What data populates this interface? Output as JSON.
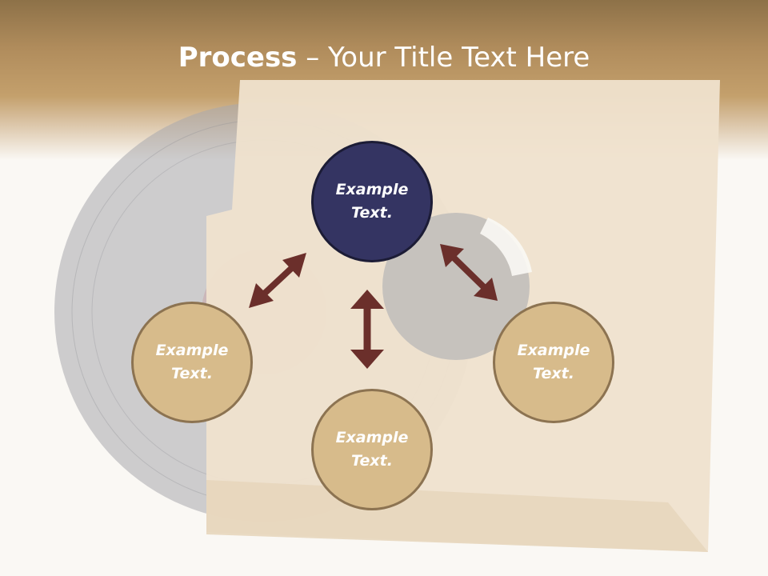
{
  "title": {
    "bold": "Process",
    "rest": " – Your Title Text Here"
  },
  "circles": [
    {
      "line1": "Example",
      "line2": "Text."
    },
    {
      "line1": "Example",
      "line2": "Text."
    },
    {
      "line1": "Example",
      "line2": "Text."
    },
    {
      "line1": "Example",
      "line2": "Text."
    }
  ],
  "colors": {
    "header": "#b08c5c",
    "top_circle": "#343462",
    "circle_fill": "#d7bb8b",
    "circle_border": "#8c7351",
    "arrow": "#6b2f2b"
  }
}
